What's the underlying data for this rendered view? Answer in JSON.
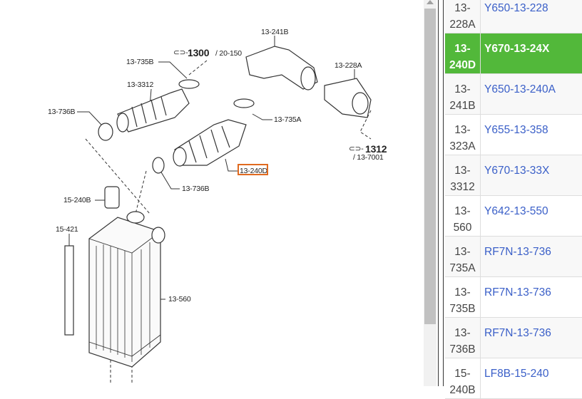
{
  "diagram": {
    "labels": {
      "l241b": "13-241B",
      "l1300": "1300",
      "l20150": "/ 20-150",
      "l735b": "13-735B",
      "l228a": "13-228A",
      "l3312": "13-3312",
      "l736b_1": "13-736B",
      "l735a": "13-735A",
      "l1312": "1312",
      "l137001": "/ 13-7001",
      "l240d": "13-240D",
      "l736b_2": "13-736B",
      "l15240b": "15-240B",
      "l15421": "15-421",
      "l560": "13-560"
    },
    "highlight_color": "#e06a20"
  },
  "table": {
    "rows": [
      {
        "ref": "13-228A",
        "part": "Y650-13-228",
        "selected": false
      },
      {
        "ref": "13-240D",
        "part": "Y670-13-24X",
        "selected": true
      },
      {
        "ref": "13-241B",
        "part": "Y650-13-240A",
        "selected": false
      },
      {
        "ref": "13-323A",
        "part": "Y655-13-358",
        "selected": false
      },
      {
        "ref": "13-3312",
        "part": "Y670-13-33X",
        "selected": false
      },
      {
        "ref": "13-560",
        "part": "Y642-13-550",
        "selected": false
      },
      {
        "ref": "13-735A",
        "part": "RF7N-13-736",
        "selected": false
      },
      {
        "ref": "13-735B",
        "part": "RF7N-13-736",
        "selected": false
      },
      {
        "ref": "13-736B",
        "part": "RF7N-13-736",
        "selected": false
      },
      {
        "ref": "15-240B",
        "part": "LF8B-15-240",
        "selected": false
      }
    ],
    "selected_color": "#52b83a",
    "link_color": "#3a5fc8"
  }
}
